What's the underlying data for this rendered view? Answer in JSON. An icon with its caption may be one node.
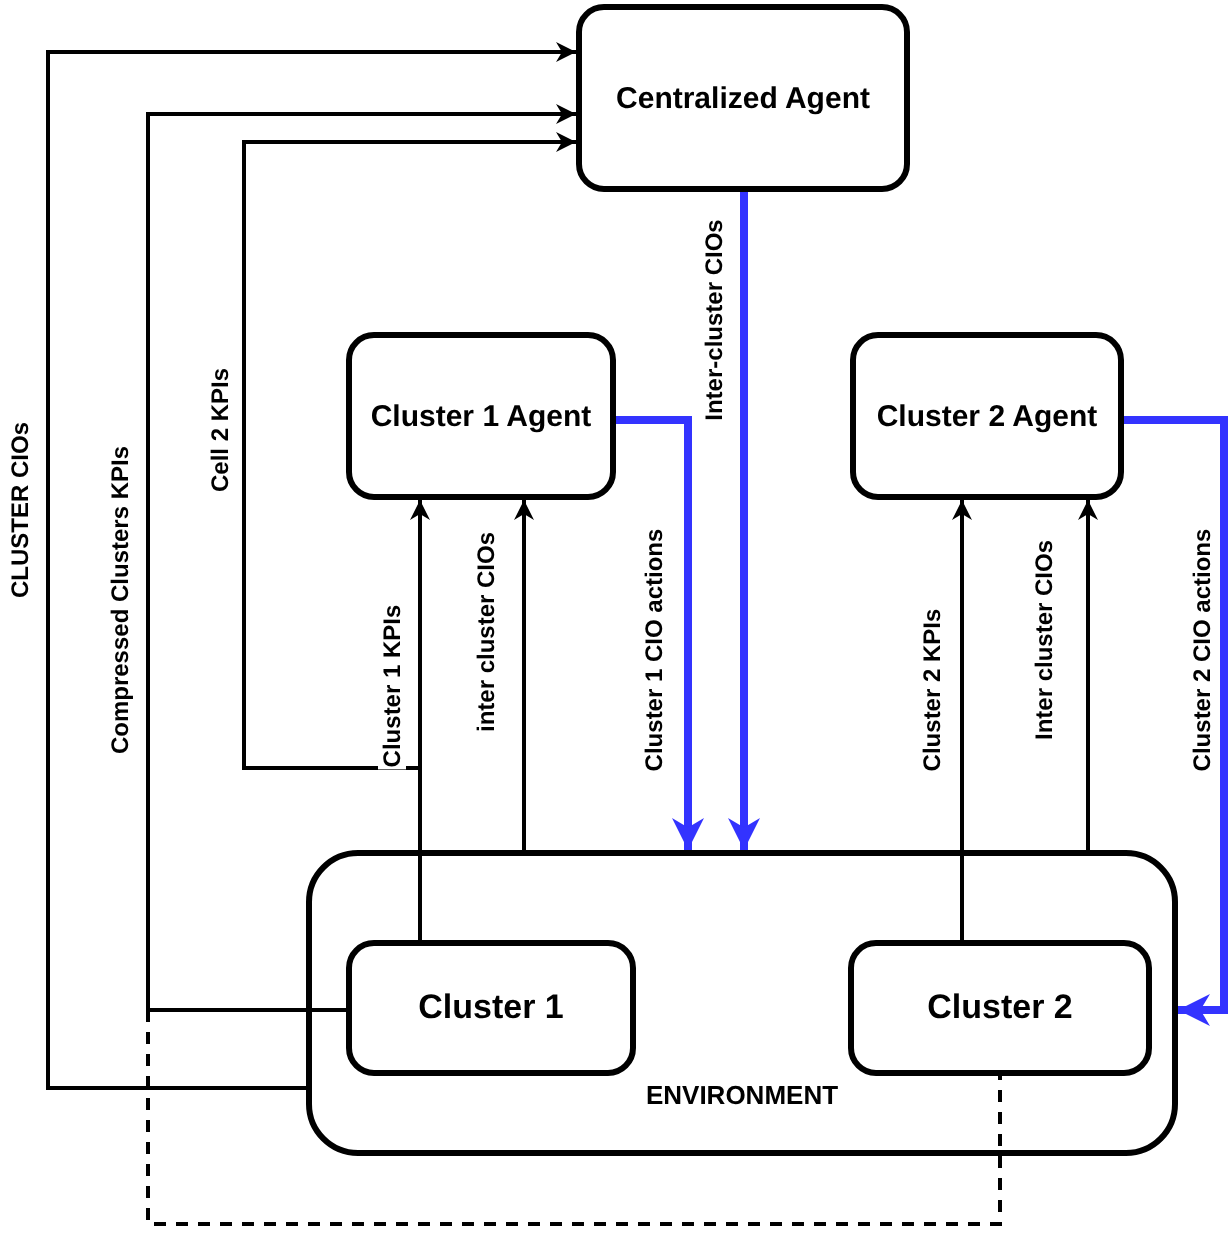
{
  "diagram": {
    "nodes": [
      {
        "text": [
          "Centralized Agent"
        ]
      },
      {
        "text": [
          "Cluster 1 Agent"
        ]
      },
      {
        "text": [
          "Cluster 2 Agent"
        ]
      },
      {
        "text": [
          "ENVIRONMENT"
        ]
      },
      {
        "text": [
          "Cluster 1"
        ],
        "in": 3
      },
      {
        "text": [
          "Cluster 2"
        ],
        "in": 3
      }
    ],
    "edges": [
      {
        "from": 3,
        "to": 0,
        "arrow": "to",
        "label": "CLUSTER CIOs"
      },
      {
        "from": 4,
        "to": 0,
        "arrow": "to",
        "label": "Compressed Clusters KPIs"
      },
      {
        "from": 4,
        "to": 0,
        "arrow": "to",
        "label": "Cell 2 KPIs"
      },
      {
        "from": 4,
        "to": 1,
        "arrow": "to",
        "label": "Cluster 1 KPIs"
      },
      {
        "from": 3,
        "to": 1,
        "arrow": "to",
        "label": "inter cluster CIOs"
      },
      {
        "from": 1,
        "to": 3,
        "arrow": "to",
        "label": "Cluster 1 CIO actions",
        "style": "thick",
        "color": "#3333ff"
      },
      {
        "from": 0,
        "to": 3,
        "arrow": "to",
        "label": "Inter-cluster CIOs",
        "style": "thick",
        "color": "#3333ff"
      },
      {
        "from": 5,
        "to": 2,
        "arrow": "to",
        "label": "Cluster 2 KPIs"
      },
      {
        "from": 3,
        "to": 2,
        "arrow": "to",
        "label": "Inter cluster CIOs"
      },
      {
        "from": 2,
        "to": 3,
        "arrow": "to",
        "label": "Cluster 2 CIO actions",
        "style": "thick",
        "color": "#3333ff"
      },
      {
        "from": 4,
        "to": 5,
        "arrow": "none",
        "style": "dashed"
      }
    ]
  }
}
